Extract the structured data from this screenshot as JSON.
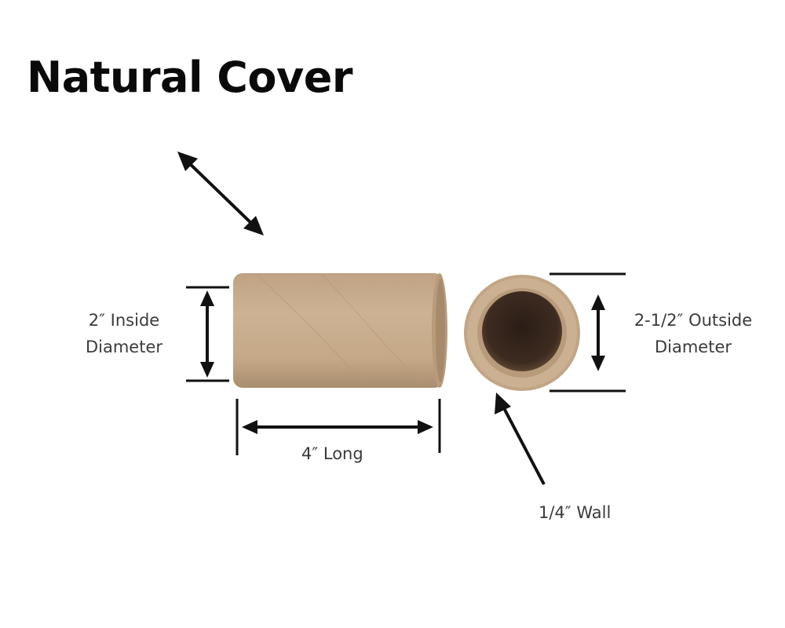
{
  "title": "Natural Cover",
  "labels": {
    "inside_line1": "2″ Inside",
    "inside_line2": "Diameter",
    "outside_line1": "2-1/2″ Outside",
    "outside_line2": "Diameter",
    "length": "4″ Long",
    "wall": "1/4″ Wall"
  },
  "colors": {
    "kraft": "#c8ad8c",
    "kraft_dark": "#b09474",
    "tube_inner": "#3b2a20",
    "ink": "#111111",
    "label_text": "#3a3a3a"
  }
}
